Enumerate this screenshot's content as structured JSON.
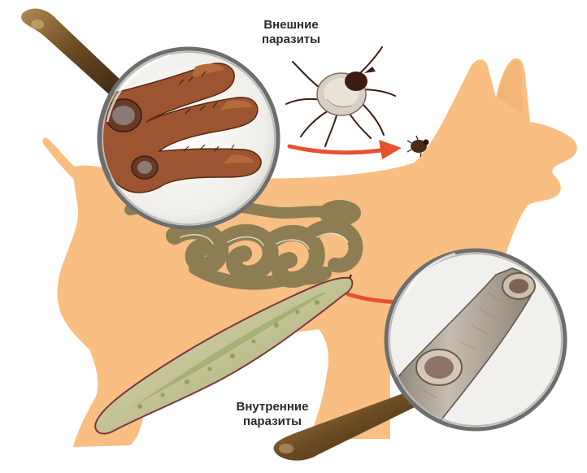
{
  "labels": {
    "external_line1": "Внешние",
    "external_line2": "паразиты",
    "internal_line1": "Внутренние",
    "internal_line2": "паразиты"
  },
  "colors": {
    "dog_body": "#F8BE82",
    "intestine": "#8C7E52",
    "arrow": "#E8512E",
    "glass_rim": "#6E6E6E",
    "lens_background": "#F2F0EC",
    "handle": "#6A4A22",
    "tick_body": "#3B1C12",
    "mite_leg": "#9C5530",
    "worm_body": "#C7C79F",
    "tapeworm_segment": "#A69C88"
  },
  "icons": {
    "magnifier_top": "magnifier-icon",
    "magnifier_bottom": "magnifier-icon",
    "tick": "tick-icon",
    "worm": "worm-icon"
  }
}
